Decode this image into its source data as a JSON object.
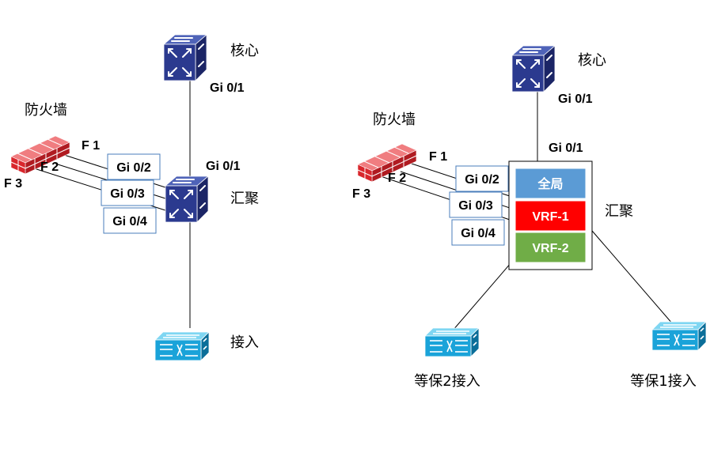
{
  "left": {
    "core": "核心",
    "core_port": "Gi 0/1",
    "firewall": "防火墙",
    "fw_ports": [
      "F  1",
      "F 2",
      "F 3"
    ],
    "agg_uplink": "Gi 0/1",
    "agg_ports": [
      "Gi 0/2",
      "Gi 0/3",
      "Gi 0/4"
    ],
    "aggregation": "汇聚",
    "access": "接入"
  },
  "right": {
    "core": "核心",
    "core_port": "Gi 0/1",
    "firewall": "防火墙",
    "fw_ports": [
      "F  1",
      "F 2",
      "F 3"
    ],
    "agg_uplink": "Gi 0/1",
    "agg_ports": [
      "Gi 0/2",
      "Gi 0/3",
      "Gi 0/4"
    ],
    "aggregation": "汇聚",
    "vrfs": [
      "全局",
      "VRF-1",
      "VRF-2"
    ],
    "access_left": "等保2接入",
    "access_right": "等保1接入"
  },
  "colors": {
    "switch_navy": "#2b3a8f",
    "switch_cyan": "#1aa3d9",
    "firewall_red": "#d9262c",
    "vrf_global": "#5b9bd5",
    "vrf_1": "#ff0000",
    "vrf_2": "#70ad47",
    "port_border": "#4a7ebb"
  }
}
